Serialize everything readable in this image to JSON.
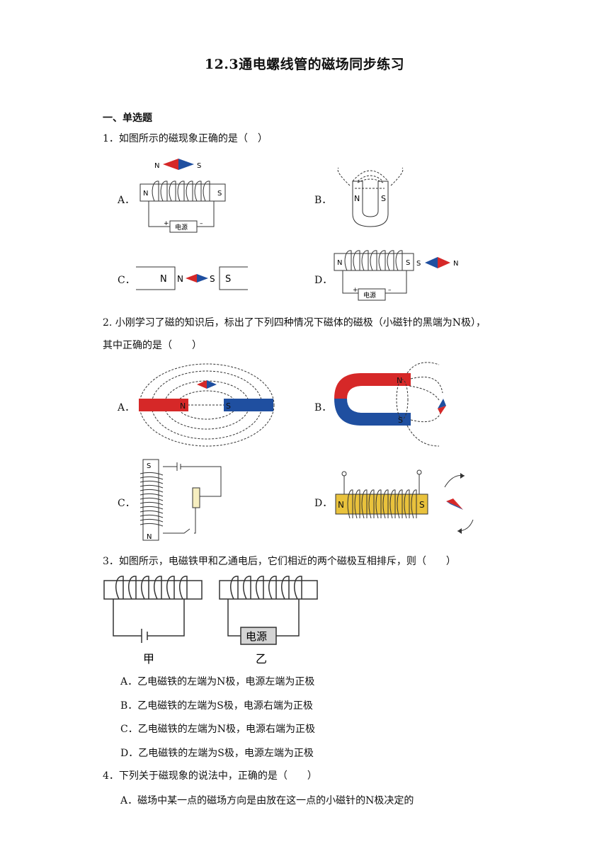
{
  "title": "12.3通电螺线管的磁场同步练习",
  "section": "一、单选题",
  "q1": {
    "stem": "1．如图所示的磁现象正确的是（　）",
    "options": [
      "A．",
      "B．",
      "C．",
      "D．"
    ],
    "labels": {
      "N": "N",
      "S": "S",
      "power": "电源",
      "plus": "+",
      "minus": "–"
    }
  },
  "q2": {
    "stem_line1": "2. 小刚学习了磁的知识后，标出了下列四种情况下磁体的磁极（小磁针的黑端为N极），",
    "stem_line2": "其中正确的是（　　）",
    "options": [
      "A．",
      "B．",
      "C．",
      "D．"
    ]
  },
  "q3": {
    "stem": "3．如图所示，电磁铁甲和乙通电后，它们相近的两个磁极互相排斥，则（　　）",
    "label_jia": "甲",
    "label_yi": "乙",
    "power": "电源",
    "choices": [
      "A．乙电磁铁的左端为N极，电源左端为正极",
      "B．乙电磁铁的左端为S极，电源右端为正极",
      "C．乙电磁铁的左端为N极，电源右端为正极",
      "D．乙电磁铁的左端为S极，电源左端为正极"
    ]
  },
  "q4": {
    "stem": "4．下列关于磁现象的说法中，正确的是（　　）",
    "choices": [
      "A．磁场中某一点的磁场方向是由放在这一点的小磁针的N极决定的"
    ]
  },
  "colors": {
    "red": "#d62828",
    "blue": "#1f4fa0",
    "yellow": "#e9c23c",
    "line": "#333333"
  }
}
